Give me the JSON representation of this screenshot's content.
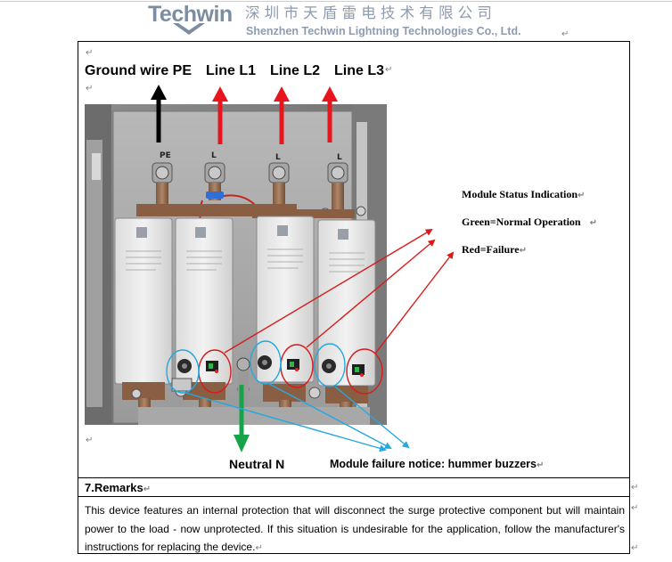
{
  "header": {
    "logo_text": "Techwin",
    "company_name_cn": "深圳市天盾雷电技术有限公司",
    "company_name_en": "Shenzhen Techwin Lightning Technologies Co., Ltd.",
    "logo_color": "#7d8da0"
  },
  "labels": {
    "ground_wire": "Ground wire PE",
    "line1": "Line L1",
    "line2": "Line L2",
    "line3": "Line L3",
    "neutral": "Neutral N",
    "failure_notice": "Module failure notice: hummer buzzers"
  },
  "photo": {
    "terminal_labels": [
      "PE",
      "L",
      "L",
      "L"
    ]
  },
  "status_legend": {
    "title": "Module Status Indication",
    "green": "Green=Normal Operation",
    "red": "Red=Failure"
  },
  "remarks": {
    "heading": "7.Remarks",
    "body": "This device features an internal protection that will disconnect the surge protective component but will maintain power to the load - now unprotected. If this situation is undesirable for the application, follow the manufacturer's instructions for replacing the device."
  },
  "colors": {
    "arrow_red": "#e8161c",
    "arrow_black": "#000000",
    "arrow_green": "#16a34a",
    "pointer_red": "#d91a1a",
    "pointer_blue": "#24a8e0",
    "paragraph_mark": "#7f7f7f"
  },
  "paragraph_mark": "↵"
}
